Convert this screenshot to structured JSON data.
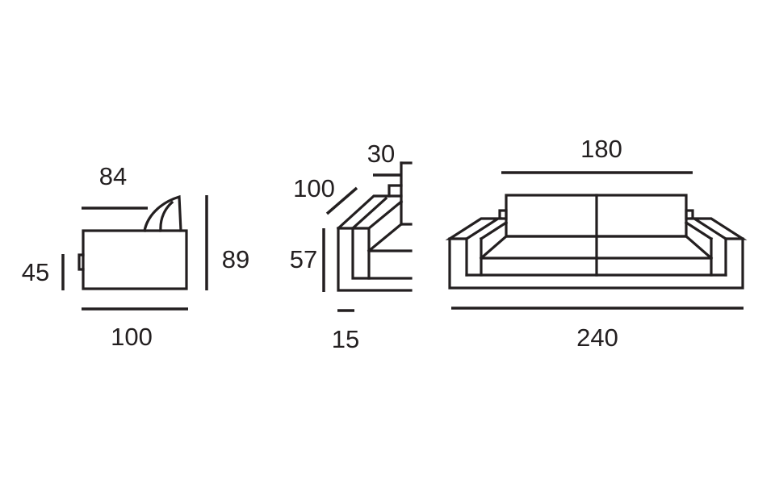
{
  "colors": {
    "ink": "#231f20",
    "background": "#ffffff"
  },
  "views": {
    "side": {
      "top_depth": "84",
      "seat_height": "45",
      "total_height": "89",
      "total_depth": "100"
    },
    "section": {
      "back_thickness": "30",
      "diagonal_depth": "100",
      "arm_height": "57",
      "arm_width": "15"
    },
    "front": {
      "seat_width": "180",
      "total_width": "240"
    }
  }
}
